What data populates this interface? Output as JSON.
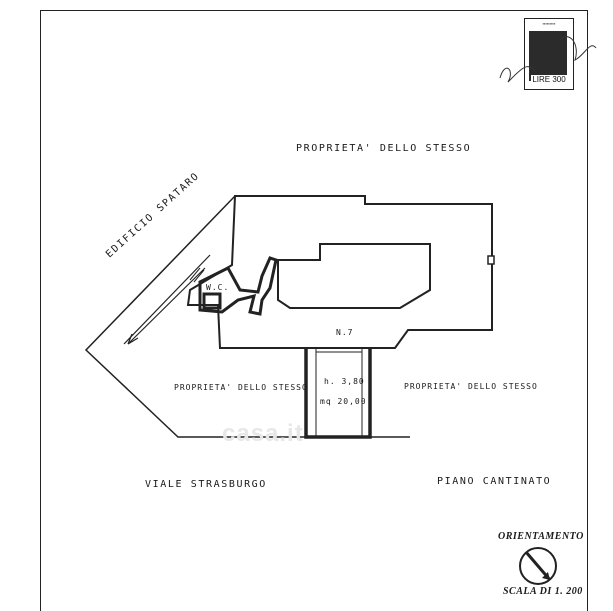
{
  "labels": {
    "top_property": "PROPRIETA' DELLO STESSO",
    "left_property": "PROPRIETA' DELLO STESSO",
    "right_property": "PROPRIETA' DELLO STESSO",
    "building": "EDIFICIO SPATARO",
    "street": "VIALE STRASBURGO",
    "floor": "PIANO CANTINATO",
    "wc": "W.C.",
    "unit_number": "N.7",
    "height": "h. 3,80",
    "area": "mq 20,00"
  },
  "compass": {
    "title": "ORIENTAMENTO"
  },
  "scale": "SCALA DI 1. 200",
  "stamp": {
    "value": "LIRE 300"
  },
  "watermark": "casa.it",
  "colors": {
    "line": "#222222",
    "background": "#ffffff"
  }
}
